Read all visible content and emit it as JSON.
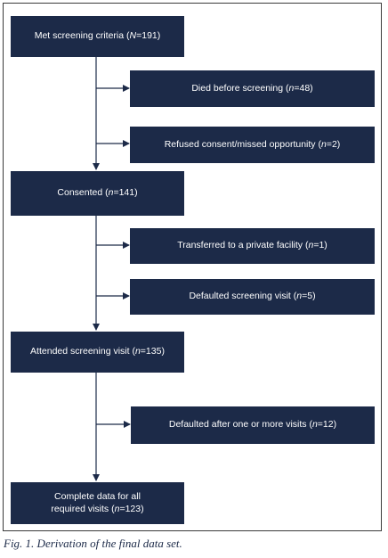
{
  "boxes": {
    "met_criteria": {
      "pre": "Met screening criteria (",
      "var": "N",
      "post": "=191)"
    },
    "died": {
      "pre": "Died before screening (",
      "var": "n",
      "post": "=48)"
    },
    "refused": {
      "pre": "Refused consent/missed opportunity (",
      "var": "n",
      "post": "=2)"
    },
    "consented": {
      "pre": "Consented (",
      "var": "n",
      "post": "=141)"
    },
    "transferred": {
      "pre": "Transferred to a private facility (",
      "var": "n",
      "post": "=1)"
    },
    "defaulted_screening": {
      "pre": "Defaulted screening visit (",
      "var": "n",
      "post": "=5)"
    },
    "attended": {
      "pre": "Attended screening visit (",
      "var": "n",
      "post": "=135)"
    },
    "defaulted_after": {
      "pre": "Defaulted after one or more visits (",
      "var": "n",
      "post": "=12)"
    },
    "complete": {
      "line1": "Complete data for all",
      "pre": "required visits (",
      "var": "n",
      "post": "=123)"
    }
  },
  "colors": {
    "box": "#1c2a48",
    "text": "#ffffff",
    "line": "#1c2a48"
  },
  "caption": "Fig. 1. Derivation of the final data set."
}
